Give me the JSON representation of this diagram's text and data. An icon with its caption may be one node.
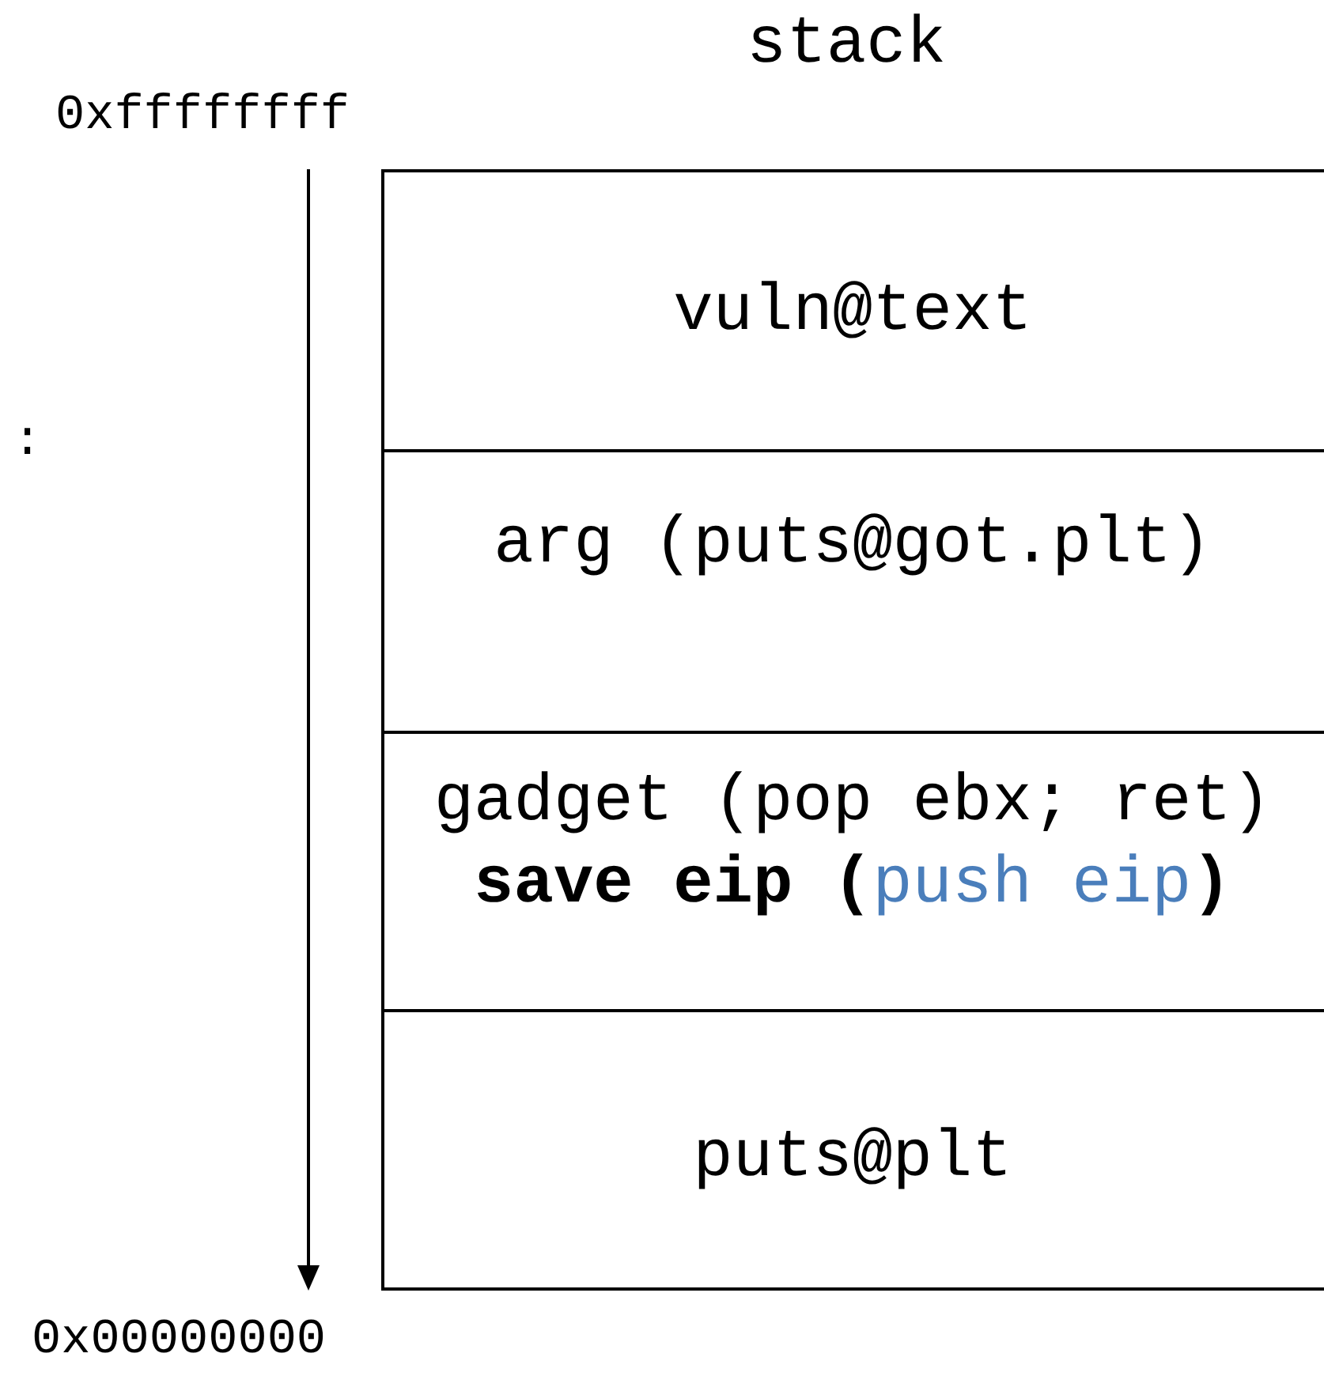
{
  "diagram": {
    "title": "stack",
    "nodes": [
      {
        "text": [
          "vuln@text"
        ]
      },
      {
        "text": [
          "arg (puts@got.plt)"
        ]
      },
      {
        "text": [
          "gadget (pop ebx; ret)",
          "**save eip (**push eip**)**"
        ]
      },
      {
        "text": [
          "puts@plt"
        ]
      }
    ],
    "edges": [],
    "labels": [
      "0xffffffff",
      ":",
      "0x00000000"
    ]
  }
}
